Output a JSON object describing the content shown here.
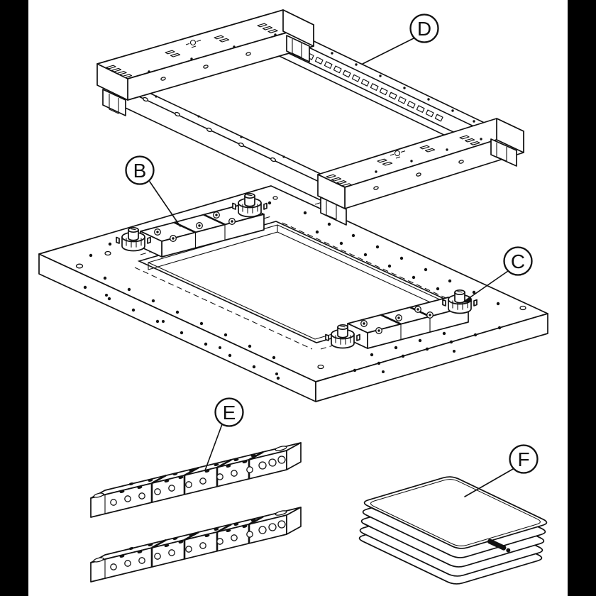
{
  "callouts": {
    "b": "B",
    "c": "C",
    "d": "D",
    "e": "E",
    "f": "F"
  },
  "colors": {
    "ink": "#111111",
    "paper": "#ffffff",
    "pillarbox": "#000000"
  }
}
